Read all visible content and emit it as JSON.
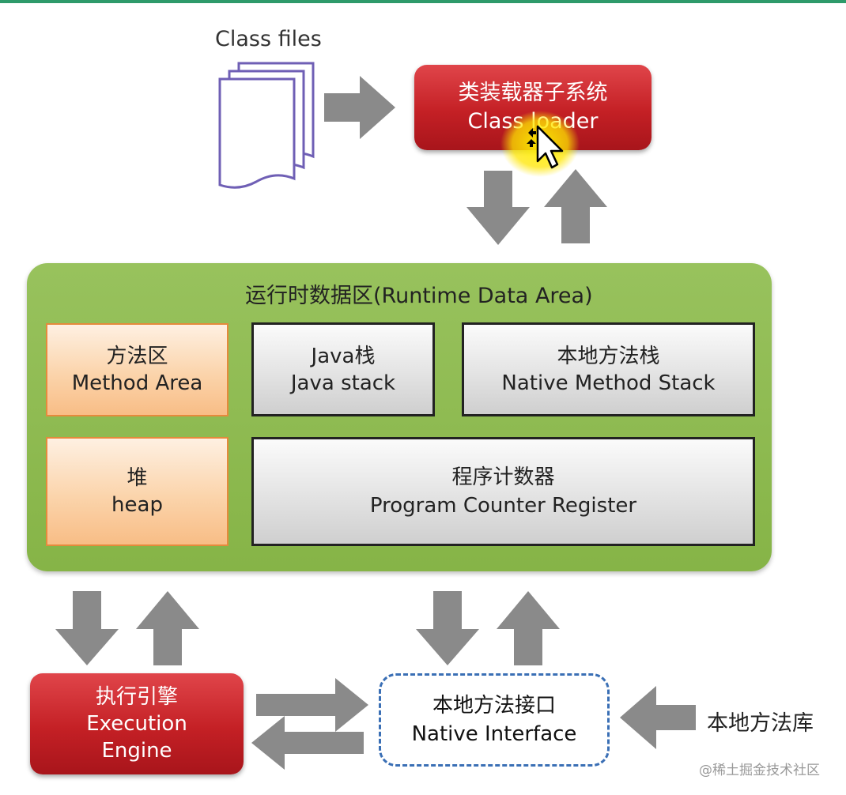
{
  "class_files": {
    "label": "Class files"
  },
  "class_loader": {
    "label_cn": "类装载器子系统",
    "label_en": "Class loader"
  },
  "runtime_data_area": {
    "title": "运行时数据区(Runtime Data Area)",
    "method_area": {
      "label_cn": "方法区",
      "label_en": "Method Area"
    },
    "heap": {
      "label_cn": "堆",
      "label_en": "heap"
    },
    "java_stack": {
      "label_cn": "Java栈",
      "label_en": "Java stack"
    },
    "native_method_stack": {
      "label_cn": "本地方法栈",
      "label_en": "Native Method Stack"
    },
    "program_counter_register": {
      "label_cn": "程序计数器",
      "label_en": "Program Counter Register"
    }
  },
  "execution_engine": {
    "label_cn": "执行引擎",
    "label_en_1": "Execution",
    "label_en_2": "Engine"
  },
  "native_interface": {
    "label_cn": "本地方法接口",
    "label_en": "Native Interface"
  },
  "native_library": {
    "label": "本地方法库"
  },
  "watermark": {
    "text": "@稀土掘金技术社区"
  },
  "colors": {
    "red_box": "#c42025",
    "green_area": "#8fba52",
    "orange_box": "#fbd4ab",
    "gray_box": "#e3e3e3",
    "arrow": "#8a8a8a",
    "dashed_border": "#3a6fb5",
    "files_icon": "#6f5fb5"
  }
}
